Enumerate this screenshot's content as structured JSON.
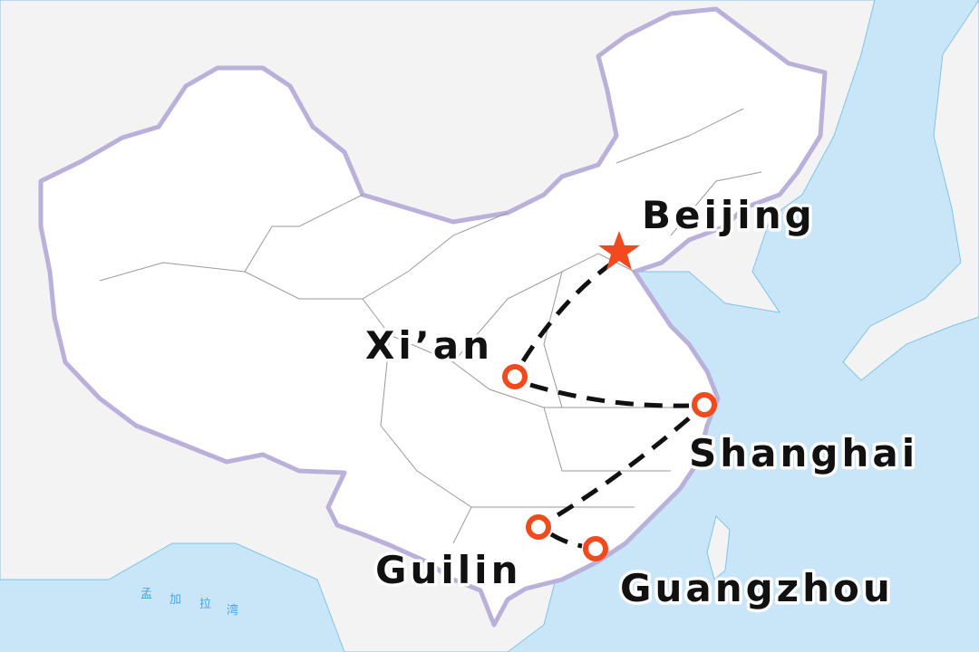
{
  "map": {
    "colors": {
      "sea": "#c9e6f8",
      "land": "#f3f3f3",
      "china": "#ffffff",
      "border": "#b9b1da",
      "route_marker": "#f04a1e",
      "route_line": "#111111"
    },
    "capital": {
      "name": "Beijing",
      "icon": "star-icon"
    },
    "cities": [
      {
        "name": "Xi’an",
        "icon": "circle-marker-icon"
      },
      {
        "name": "Shanghai",
        "icon": "circle-marker-icon"
      },
      {
        "name": "Guilin",
        "icon": "circle-marker-icon"
      },
      {
        "name": "Guangzhou",
        "icon": "circle-marker-icon"
      }
    ],
    "sea_label": [
      "孟",
      "加",
      "拉",
      "湾"
    ]
  }
}
